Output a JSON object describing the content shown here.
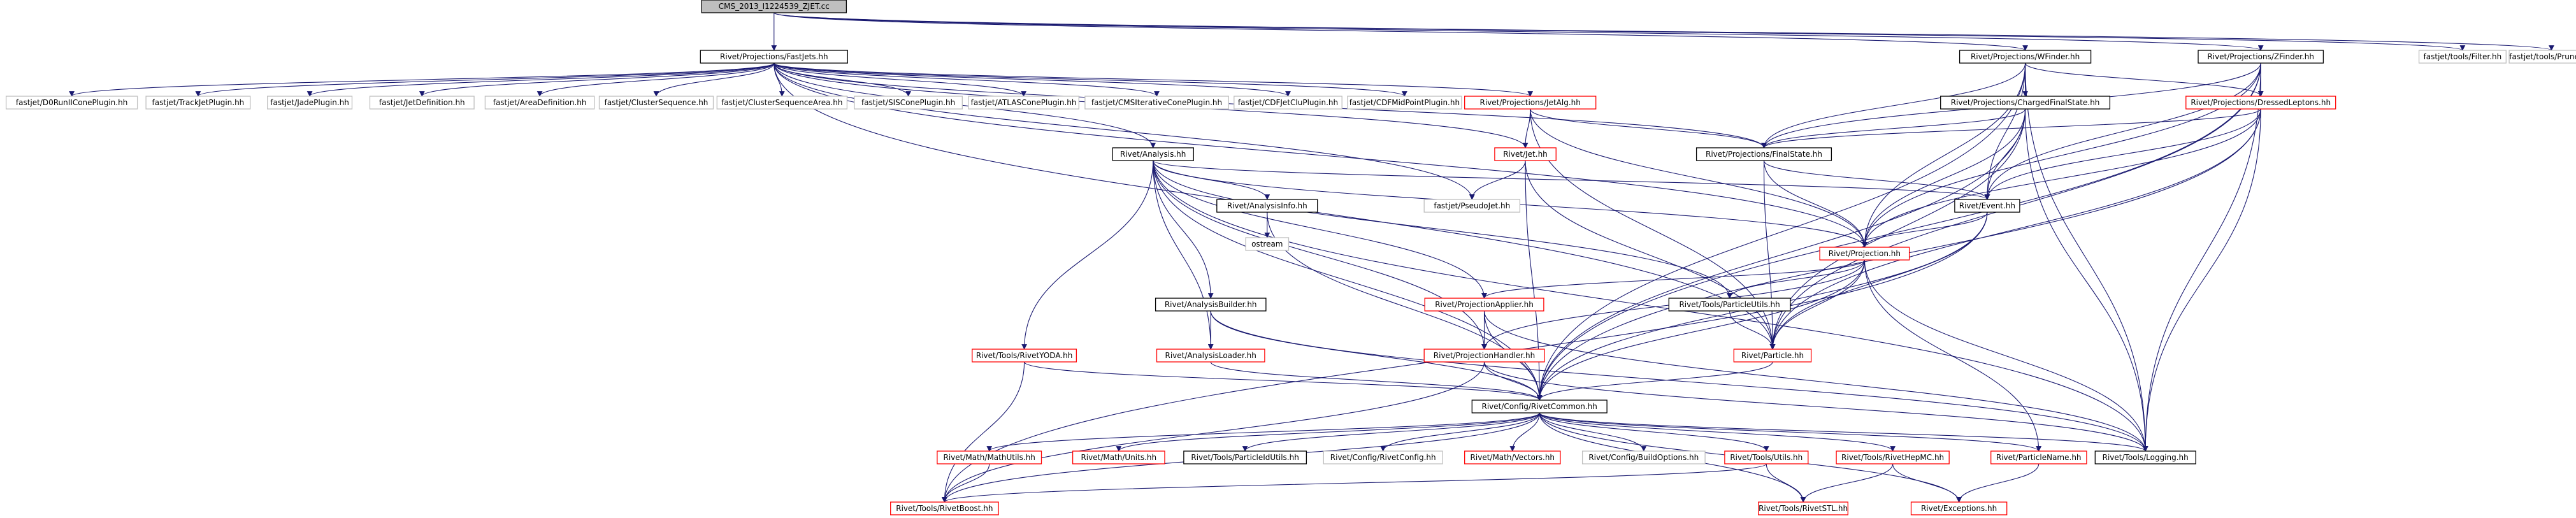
{
  "title": "CMS_2013_I1224539_ZJET.cc",
  "colors": {
    "edge": "#191970",
    "root_fill": "#bfbfbf",
    "black_border": "#000000",
    "red_border": "#ff0000",
    "gray_border": "#bfbfbf"
  },
  "nodes": [
    {
      "id": "root",
      "label": "CMS_2013_I1224539_ZJET.cc",
      "style": "root"
    },
    {
      "id": "fastjets",
      "label": "Rivet/Projections/FastJets.hh",
      "style": "black"
    },
    {
      "id": "wfinder",
      "label": "Rivet/Projections/WFinder.hh",
      "style": "black"
    },
    {
      "id": "zfinder",
      "label": "Rivet/Projections/ZFinder.hh",
      "style": "black"
    },
    {
      "id": "filter",
      "label": "fastjet/tools/Filter.hh",
      "style": "gray"
    },
    {
      "id": "pruner",
      "label": "fastjet/tools/Pruner.hh",
      "style": "gray"
    },
    {
      "id": "d0run",
      "label": "fastjet/D0RunIIConePlugin.hh",
      "style": "gray"
    },
    {
      "id": "trackjet",
      "label": "fastjet/TrackJetPlugin.hh",
      "style": "gray"
    },
    {
      "id": "jade",
      "label": "fastjet/JadePlugin.hh",
      "style": "gray"
    },
    {
      "id": "jetdef",
      "label": "fastjet/JetDefinition.hh",
      "style": "gray"
    },
    {
      "id": "areadef",
      "label": "fastjet/AreaDefinition.hh",
      "style": "gray"
    },
    {
      "id": "cseq",
      "label": "fastjet/ClusterSequence.hh",
      "style": "gray"
    },
    {
      "id": "cseqarea",
      "label": "fastjet/ClusterSequenceArea.hh",
      "style": "gray"
    },
    {
      "id": "siscone",
      "label": "fastjet/SISConePlugin.hh",
      "style": "gray"
    },
    {
      "id": "atlascone",
      "label": "fastjet/ATLASConePlugin.hh",
      "style": "gray"
    },
    {
      "id": "cmsiter",
      "label": "fastjet/CMSIterativeConePlugin.hh",
      "style": "gray"
    },
    {
      "id": "cdfjetclu",
      "label": "fastjet/CDFJetCluPlugin.hh",
      "style": "gray"
    },
    {
      "id": "cdfmid",
      "label": "fastjet/CDFMidPointPlugin.hh",
      "style": "gray"
    },
    {
      "id": "jetalg",
      "label": "Rivet/Projections/JetAlg.hh",
      "style": "red"
    },
    {
      "id": "chargedfs",
      "label": "Rivet/Projections/ChargedFinalState.hh",
      "style": "black"
    },
    {
      "id": "dressed",
      "label": "Rivet/Projections/DressedLeptons.hh",
      "style": "red"
    },
    {
      "id": "analysis",
      "label": "Rivet/Analysis.hh",
      "style": "black"
    },
    {
      "id": "jet",
      "label": "Rivet/Jet.hh",
      "style": "red"
    },
    {
      "id": "finalstate",
      "label": "Rivet/Projections/FinalState.hh",
      "style": "black"
    },
    {
      "id": "pseudojet",
      "label": "fastjet/PseudoJet.hh",
      "style": "gray"
    },
    {
      "id": "analysisinfo",
      "label": "Rivet/AnalysisInfo.hh",
      "style": "black"
    },
    {
      "id": "event",
      "label": "Rivet/Event.hh",
      "style": "black"
    },
    {
      "id": "ostream",
      "label": "ostream",
      "style": "gray"
    },
    {
      "id": "projection",
      "label": "Rivet/Projection.hh",
      "style": "red"
    },
    {
      "id": "analysisbuilder",
      "label": "Rivet/AnalysisBuilder.hh",
      "style": "black"
    },
    {
      "id": "projapplier",
      "label": "Rivet/ProjectionApplier.hh",
      "style": "red"
    },
    {
      "id": "particleutils",
      "label": "Rivet/Tools/ParticleUtils.hh",
      "style": "black"
    },
    {
      "id": "rivetyoda",
      "label": "Rivet/Tools/RivetYODA.hh",
      "style": "red"
    },
    {
      "id": "analysisloader",
      "label": "Rivet/AnalysisLoader.hh",
      "style": "red"
    },
    {
      "id": "projhandler",
      "label": "Rivet/ProjectionHandler.hh",
      "style": "red"
    },
    {
      "id": "particle",
      "label": "Rivet/Particle.hh",
      "style": "red"
    },
    {
      "id": "rivetcommon",
      "label": "Rivet/Config/RivetCommon.hh",
      "style": "black"
    },
    {
      "id": "mathutils",
      "label": "Rivet/Math/MathUtils.hh",
      "style": "red"
    },
    {
      "id": "units",
      "label": "Rivet/Math/Units.hh",
      "style": "red"
    },
    {
      "id": "particleidutils",
      "label": "Rivet/Tools/ParticleIdUtils.hh",
      "style": "black"
    },
    {
      "id": "rivetconfig",
      "label": "Rivet/Config/RivetConfig.hh",
      "style": "gray"
    },
    {
      "id": "vectors",
      "label": "Rivet/Math/Vectors.hh",
      "style": "red"
    },
    {
      "id": "buildoptions",
      "label": "Rivet/Config/BuildOptions.hh",
      "style": "gray"
    },
    {
      "id": "utils",
      "label": "Rivet/Tools/Utils.hh",
      "style": "red"
    },
    {
      "id": "rivethepmc",
      "label": "Rivet/Tools/RivetHepMC.hh",
      "style": "red"
    },
    {
      "id": "particlename",
      "label": "Rivet/ParticleName.hh",
      "style": "red"
    },
    {
      "id": "logging",
      "label": "Rivet/Tools/Logging.hh",
      "style": "black"
    },
    {
      "id": "rivetboost",
      "label": "Rivet/Tools/RivetBoost.hh",
      "style": "red"
    },
    {
      "id": "rivetstl",
      "label": "Rivet/Tools/RivetSTL.hh",
      "style": "red"
    },
    {
      "id": "exceptions",
      "label": "Rivet/Exceptions.hh",
      "style": "red"
    }
  ],
  "edges": [
    [
      "root",
      "fastjets"
    ],
    [
      "root",
      "wfinder"
    ],
    [
      "root",
      "zfinder"
    ],
    [
      "root",
      "filter"
    ],
    [
      "root",
      "pruner"
    ],
    [
      "fastjets",
      "d0run"
    ],
    [
      "fastjets",
      "trackjet"
    ],
    [
      "fastjets",
      "jade"
    ],
    [
      "fastjets",
      "jetdef"
    ],
    [
      "fastjets",
      "areadef"
    ],
    [
      "fastjets",
      "cseq"
    ],
    [
      "fastjets",
      "cseqarea"
    ],
    [
      "fastjets",
      "siscone"
    ],
    [
      "fastjets",
      "atlascone"
    ],
    [
      "fastjets",
      "cmsiter"
    ],
    [
      "fastjets",
      "cdfjetclu"
    ],
    [
      "fastjets",
      "cdfmid"
    ],
    [
      "fastjets",
      "jetalg"
    ],
    [
      "fastjets",
      "analysis"
    ],
    [
      "fastjets",
      "jet"
    ],
    [
      "fastjets",
      "finalstate"
    ],
    [
      "fastjets",
      "pseudojet"
    ],
    [
      "fastjets",
      "projection"
    ],
    [
      "fastjets",
      "particle"
    ],
    [
      "wfinder",
      "chargedfs"
    ],
    [
      "wfinder",
      "dressed"
    ],
    [
      "wfinder",
      "finalstate"
    ],
    [
      "wfinder",
      "event"
    ],
    [
      "wfinder",
      "projection"
    ],
    [
      "wfinder",
      "rivetcommon"
    ],
    [
      "wfinder",
      "logging"
    ],
    [
      "zfinder",
      "dressed"
    ],
    [
      "zfinder",
      "finalstate"
    ],
    [
      "zfinder",
      "event"
    ],
    [
      "zfinder",
      "projection"
    ],
    [
      "zfinder",
      "particle"
    ],
    [
      "zfinder",
      "rivetcommon"
    ],
    [
      "zfinder",
      "logging"
    ],
    [
      "jetalg",
      "jet"
    ],
    [
      "jetalg",
      "finalstate"
    ],
    [
      "jetalg",
      "projection"
    ],
    [
      "jetalg",
      "particle"
    ],
    [
      "chargedfs",
      "finalstate"
    ],
    [
      "chargedfs",
      "event"
    ],
    [
      "chargedfs",
      "projection"
    ],
    [
      "chargedfs",
      "particle"
    ],
    [
      "chargedfs",
      "rivetcommon"
    ],
    [
      "chargedfs",
      "logging"
    ],
    [
      "dressed",
      "finalstate"
    ],
    [
      "dressed",
      "event"
    ],
    [
      "dressed",
      "projection"
    ],
    [
      "dressed",
      "particle"
    ],
    [
      "dressed",
      "rivetcommon"
    ],
    [
      "dressed",
      "logging"
    ],
    [
      "analysis",
      "analysisinfo"
    ],
    [
      "analysis",
      "event"
    ],
    [
      "analysis",
      "projection"
    ],
    [
      "analysis",
      "analysisbuilder"
    ],
    [
      "analysis",
      "projapplier"
    ],
    [
      "analysis",
      "particleutils"
    ],
    [
      "analysis",
      "rivetyoda"
    ],
    [
      "analysis",
      "analysisloader"
    ],
    [
      "analysis",
      "projhandler"
    ],
    [
      "analysis",
      "rivetcommon"
    ],
    [
      "analysis",
      "logging"
    ],
    [
      "jet",
      "pseudojet"
    ],
    [
      "jet",
      "particle"
    ],
    [
      "jet",
      "rivetcommon"
    ],
    [
      "finalstate",
      "event"
    ],
    [
      "finalstate",
      "projection"
    ],
    [
      "finalstate",
      "particle"
    ],
    [
      "analysisinfo",
      "ostream"
    ],
    [
      "analysisinfo",
      "rivetcommon"
    ],
    [
      "event",
      "projection"
    ],
    [
      "event",
      "particle"
    ],
    [
      "event",
      "rivetcommon"
    ],
    [
      "event",
      "rivetboost"
    ],
    [
      "projection",
      "projapplier"
    ],
    [
      "projection",
      "projhandler"
    ],
    [
      "projection",
      "particleutils"
    ],
    [
      "projection",
      "particle"
    ],
    [
      "projection",
      "rivetcommon"
    ],
    [
      "projection",
      "logging"
    ],
    [
      "projection",
      "particlename"
    ],
    [
      "analysisbuilder",
      "analysisloader"
    ],
    [
      "analysisbuilder",
      "rivetcommon"
    ],
    [
      "analysisbuilder",
      "logging"
    ],
    [
      "projapplier",
      "projhandler"
    ],
    [
      "projapplier",
      "rivetcommon"
    ],
    [
      "projapplier",
      "logging"
    ],
    [
      "particleutils",
      "particle"
    ],
    [
      "rivetyoda",
      "rivetcommon"
    ],
    [
      "rivetyoda",
      "rivetboost"
    ],
    [
      "analysisloader",
      "rivetcommon"
    ],
    [
      "projhandler",
      "rivetcommon"
    ],
    [
      "projhandler",
      "logging"
    ],
    [
      "projhandler",
      "rivetboost"
    ],
    [
      "particle",
      "rivetcommon"
    ],
    [
      "rivetcommon",
      "mathutils"
    ],
    [
      "rivetcommon",
      "units"
    ],
    [
      "rivetcommon",
      "particleidutils"
    ],
    [
      "rivetcommon",
      "rivetconfig"
    ],
    [
      "rivetcommon",
      "vectors"
    ],
    [
      "rivetcommon",
      "buildoptions"
    ],
    [
      "rivetcommon",
      "utils"
    ],
    [
      "rivetcommon",
      "rivethepmc"
    ],
    [
      "rivetcommon",
      "particlename"
    ],
    [
      "rivetcommon",
      "logging"
    ],
    [
      "rivetcommon",
      "rivetboost"
    ],
    [
      "rivetcommon",
      "rivetstl"
    ],
    [
      "rivetcommon",
      "exceptions"
    ],
    [
      "mathutils",
      "rivetboost"
    ],
    [
      "utils",
      "rivetboost"
    ],
    [
      "utils",
      "rivetstl"
    ],
    [
      "rivethepmc",
      "rivetstl"
    ],
    [
      "rivethepmc",
      "exceptions"
    ],
    [
      "particlename",
      "exceptions"
    ]
  ]
}
